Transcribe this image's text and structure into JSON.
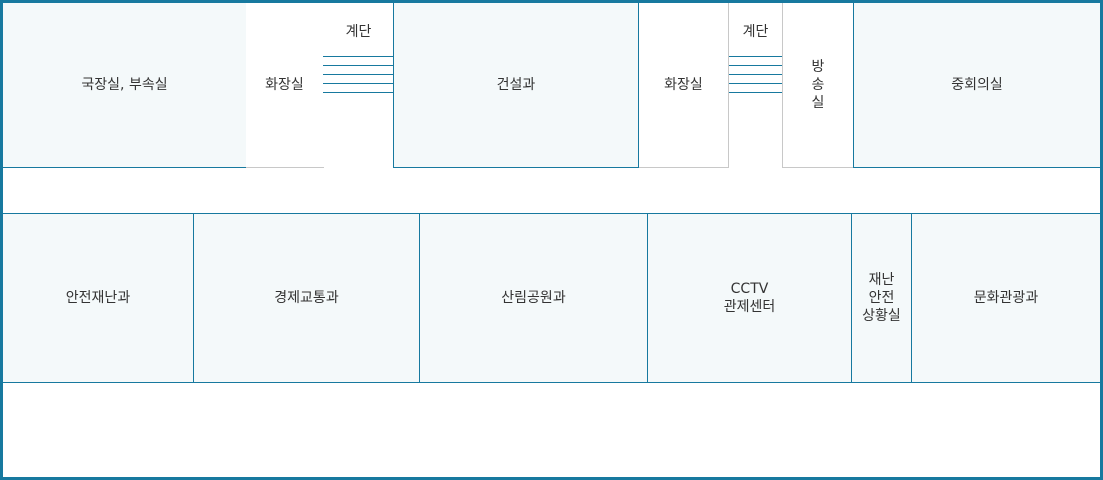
{
  "floor_plan": {
    "colors": {
      "border": "#17799f",
      "office_fill": "#f4f9fa",
      "facility_border": "#c8c8c8",
      "text": "#333333"
    },
    "top_row": [
      {
        "id": "director",
        "label": "국장실, 부속실",
        "type": "office"
      },
      {
        "id": "restroom-1",
        "label": "화장실",
        "type": "facility"
      },
      {
        "id": "stairs-1",
        "label": "계단",
        "type": "stairs"
      },
      {
        "id": "construction",
        "label": "건설과",
        "type": "office"
      },
      {
        "id": "restroom-2",
        "label": "화장실",
        "type": "facility"
      },
      {
        "id": "stairs-2",
        "label": "계단",
        "type": "stairs"
      },
      {
        "id": "broadcast",
        "label": "방\n송\n실",
        "type": "facility"
      },
      {
        "id": "meeting",
        "label": "중회의실",
        "type": "office"
      }
    ],
    "bottom_row": [
      {
        "id": "safety",
        "label": "안전재난과",
        "type": "office"
      },
      {
        "id": "economy",
        "label": "경제교통과",
        "type": "office"
      },
      {
        "id": "forest",
        "label": "산림공원과",
        "type": "office"
      },
      {
        "id": "cctv",
        "label": "CCTV\n관제센터",
        "type": "office"
      },
      {
        "id": "situation",
        "label": "재난\n안전\n상황실",
        "type": "office"
      },
      {
        "id": "culture",
        "label": "문화관광과",
        "type": "office"
      }
    ]
  }
}
